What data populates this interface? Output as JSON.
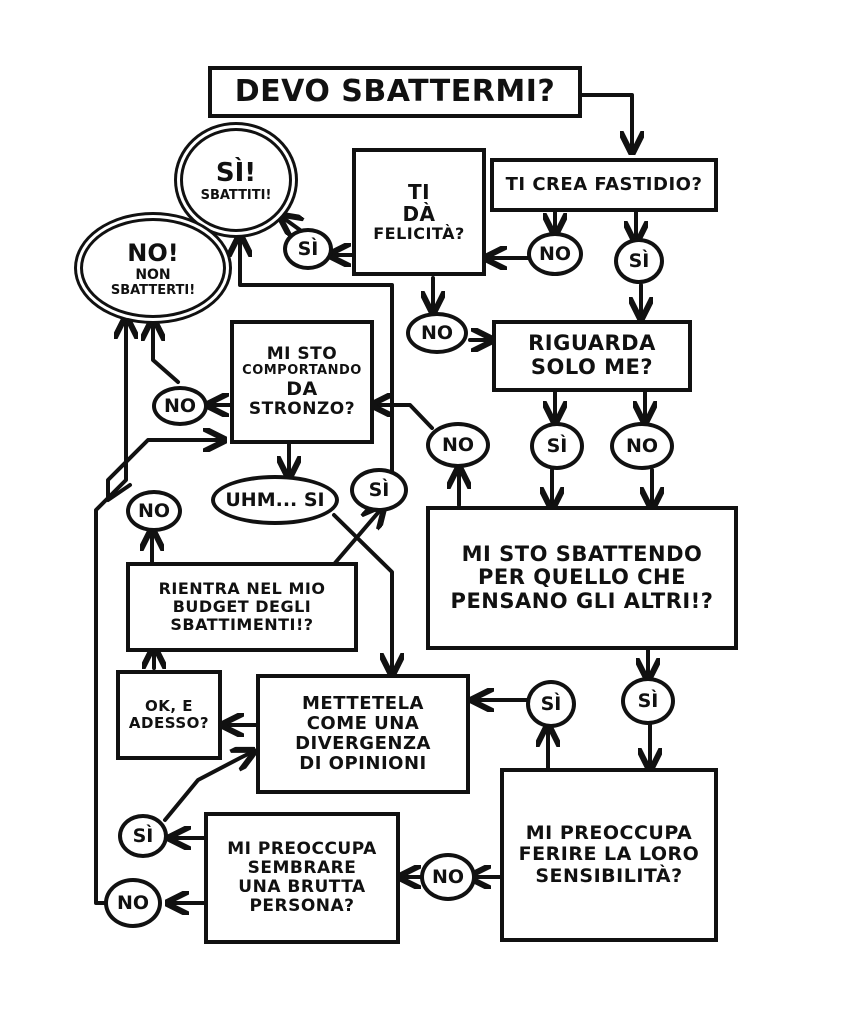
{
  "title": "DEVO SBATTERMI?",
  "outcomes": {
    "yes": {
      "big": "SÌ!",
      "small": "SBATTITI!"
    },
    "no": {
      "big": "NO!",
      "line2": "NON",
      "line3": "SBATTERTI!"
    }
  },
  "questions": {
    "fastidio": "TI CREA FASTIDIO?",
    "felicita": [
      "TI",
      "DÀ",
      "FELICITÀ?"
    ],
    "riguarda": [
      "RIGUARDA",
      "SOLO ME?"
    ],
    "stronzo": [
      "MI STO",
      "COMPORTANDO",
      "DA",
      "STRONZO?"
    ],
    "altri": [
      "MI STO SBATTENDO",
      "PER QUELLO CHE",
      "PENSANO GLI ALTRI!?"
    ],
    "budget": [
      "RIENTRA NEL MIO",
      "BUDGET DEGLI",
      "SBATTIMENTI!?"
    ],
    "adesso": [
      "OK, E",
      "ADESSO?"
    ],
    "mettetela": [
      "METTETELA",
      "COME UNA",
      "DIVERGENZA",
      "DI OPINIONI"
    ],
    "brutta": [
      "MI PREOCCUPA",
      "SEMBRARE",
      "UNA BRUTTA",
      "PERSONA?"
    ],
    "ferire": [
      "MI PREOCCUPA",
      "FERIRE LA LORO",
      "SENSIBILITÀ?"
    ]
  },
  "answers": {
    "fastidio_no": "NO",
    "fastidio_si": "SÌ",
    "felicita_si": "SÌ",
    "felicita_no": "NO",
    "riguarda_si": "SÌ",
    "riguarda_no": "NO",
    "altri_no": "NO",
    "stronzo_no": "NO",
    "stronzo_uhm": "UHM... SI",
    "budget_si": "SÌ",
    "budget_no": "NO",
    "altri_si_left": "SÌ",
    "altri_si_down": "SÌ",
    "ferire_no": "NO",
    "brutta_si": "SÌ",
    "brutta_no": "NO"
  }
}
